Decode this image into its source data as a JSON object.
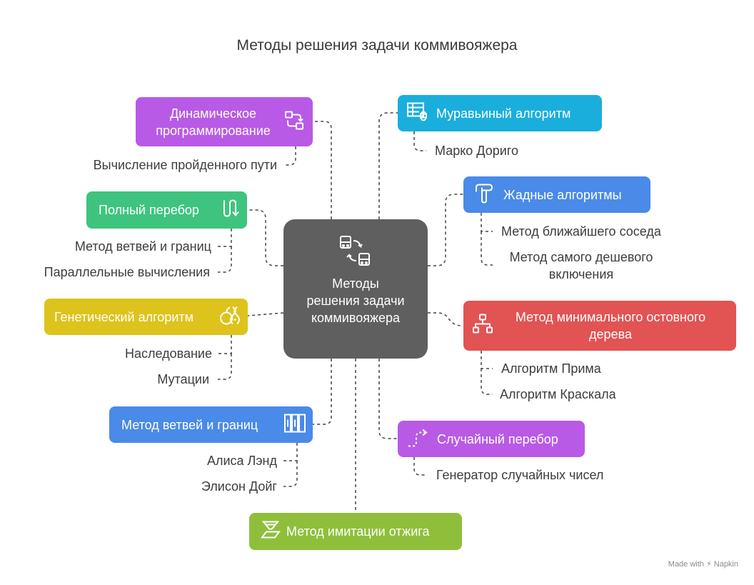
{
  "title": "Методы решения задачи коммивояжера",
  "center": {
    "label": "Методы решения задачи коммивояжера",
    "icon": "bus-route-icon"
  },
  "nodes": {
    "dynamic": {
      "label": "Динамическое программирование",
      "color": "#b85ae6",
      "icon": "swap-blocks-icon",
      "subs": [
        "Вычисление пройденного пути"
      ]
    },
    "brute": {
      "label": "Полный перебор",
      "color": "#3ec47e",
      "icon": "zigzag-arrow-icon",
      "subs": [
        "Метод ветвей и границ",
        "Параллельные вычисления"
      ]
    },
    "genetic": {
      "label": "Генетический алгоритм",
      "color": "#ddc31c",
      "icon": "dna-apple-icon",
      "subs": [
        "Наследование",
        "Мутации"
      ]
    },
    "branch": {
      "label": "Метод ветвей и границ",
      "color": "#4a8ae8",
      "icon": "columns-icon",
      "subs": [
        "Алиса Лэнд",
        "Элисон Дойг"
      ]
    },
    "anneal": {
      "label": "Метод имитации отжига",
      "color": "#8fbf3a",
      "icon": "funnel-map-icon",
      "subs": []
    },
    "ant": {
      "label": "Муравьиный алгоритм",
      "color": "#1aaedc",
      "icon": "grid-bug-icon",
      "subs": [
        "Марко Дориго"
      ]
    },
    "greedy": {
      "label": "Жадные алгоритмы",
      "color": "#4a8ae8",
      "icon": "hook-hand-icon",
      "subs": [
        "Метод ближайшего соседа",
        "Метод самого дешевого включения"
      ]
    },
    "mst": {
      "label": "Метод минимального остовного дерева",
      "color": "#e25353",
      "icon": "tree-nodes-icon",
      "subs": [
        "Алгоритм Прима",
        "Алгоритм Краскала"
      ]
    },
    "random": {
      "label": "Случайный перебор",
      "color": "#b85ae6",
      "icon": "dotted-path-icon",
      "subs": [
        "Генератор случайных чисел"
      ]
    }
  },
  "watermark": "Made with ⚡ Napkin"
}
